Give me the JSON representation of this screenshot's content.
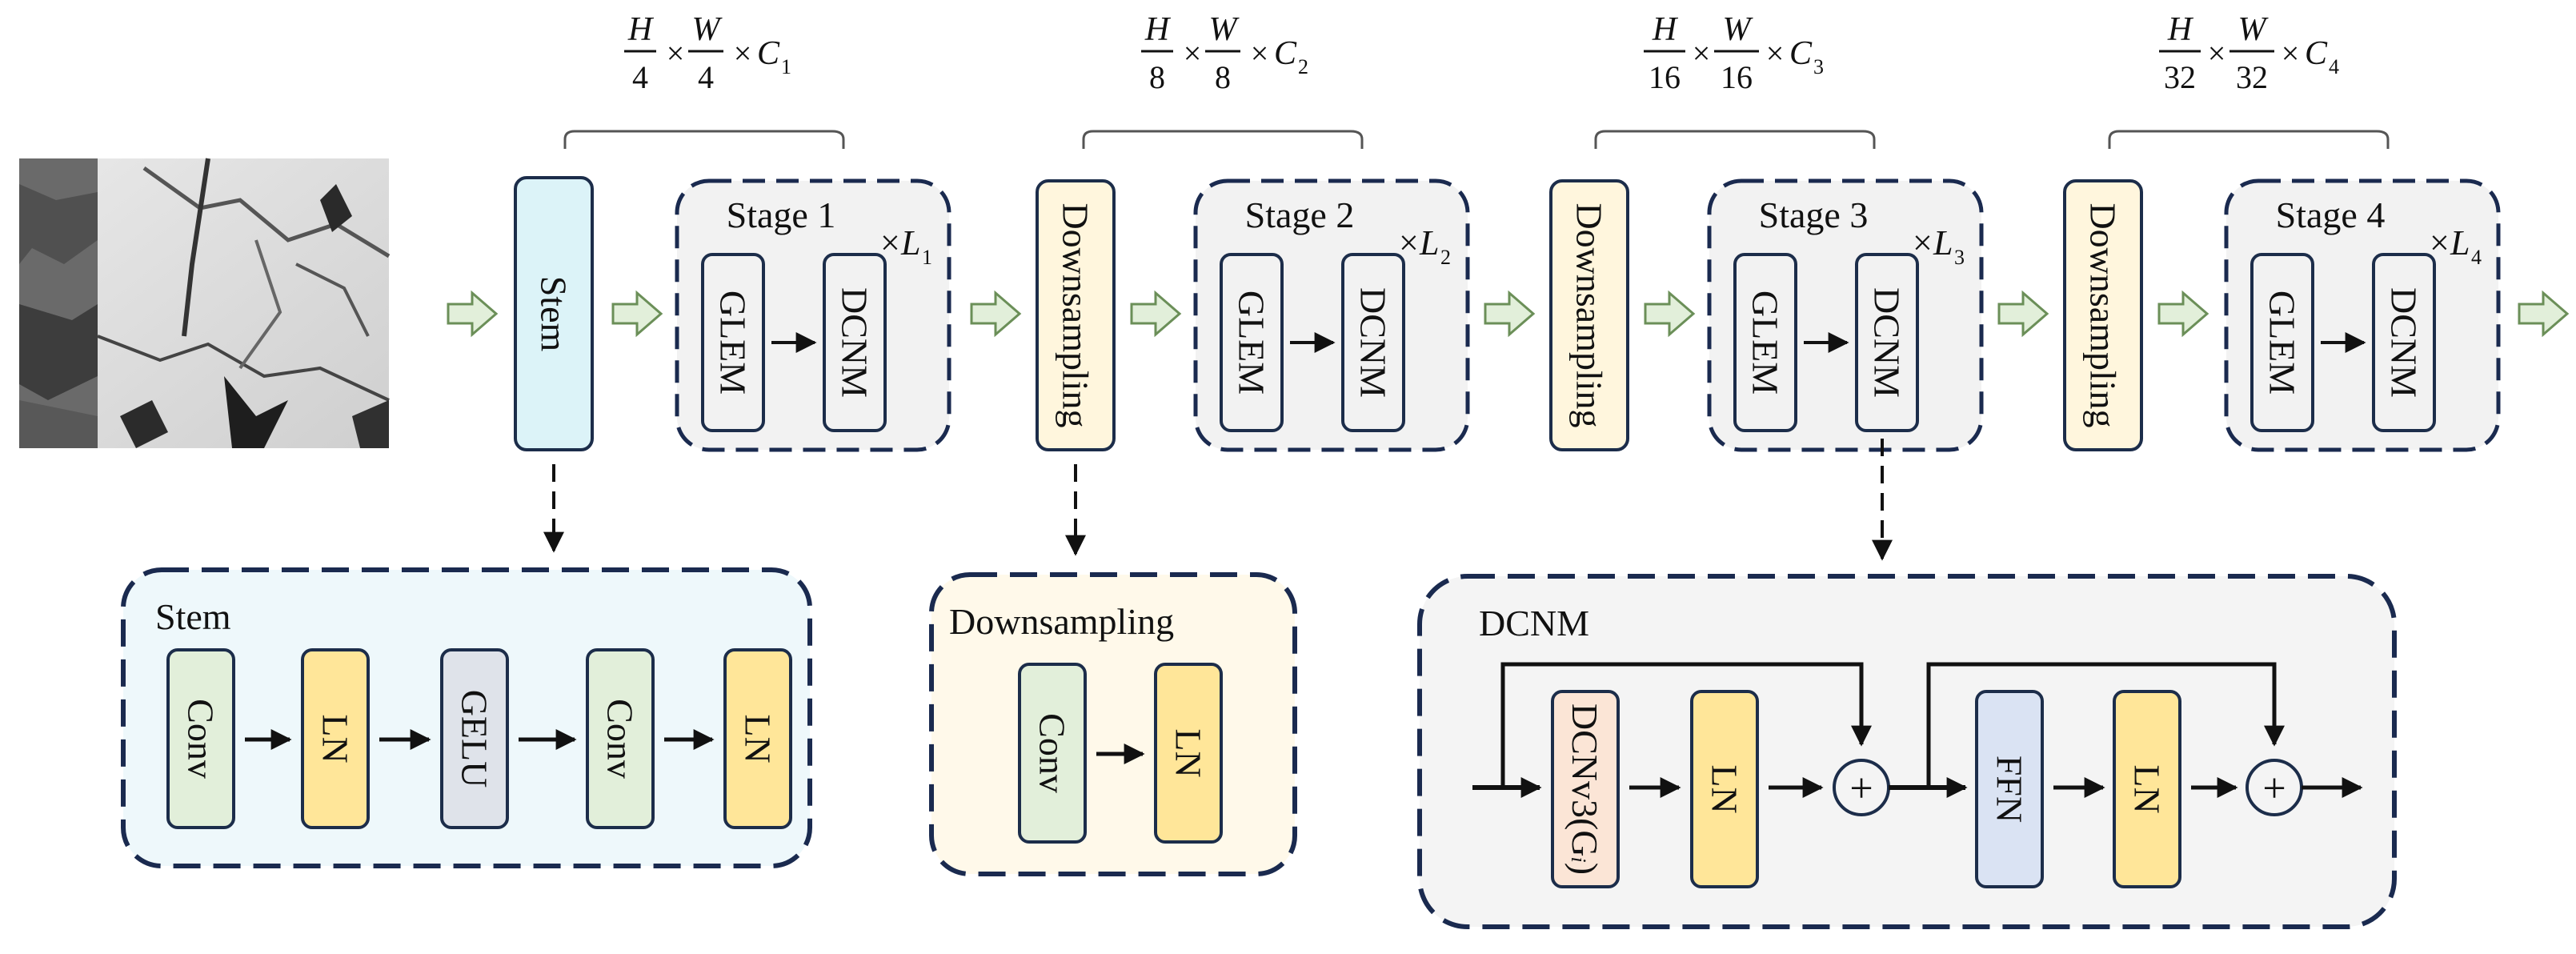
{
  "colors": {
    "border": "#1c2d4a",
    "dashed_border": "#1a2a4f",
    "stem_fill": "#dcf3f8",
    "downsampling_fill": "#fff6dd",
    "stage_fill": "#f2f2f2",
    "stem_detail_fill": "#eef8fb",
    "downsampling_detail_fill": "#fff9ea",
    "dcnm_detail_fill": "#f4f4f4",
    "conv_fill": "#e2efda",
    "ln_fill": "#ffe699",
    "gelu_fill": "#dfe3ea",
    "ffn_fill": "#dae3f3",
    "dcnv3_fill": "#fbe5d6",
    "arrow_fill": "#e2efda",
    "arrow_stroke": "#6b8f58"
  },
  "input_image": {
    "icon": "satellite-sea-ice-image"
  },
  "pipeline": {
    "stem_label": "Stem",
    "downsampling_label": "Downsampling",
    "glem_label": "GLEM",
    "dcnm_label": "DCNM",
    "repeat_symbol": "×",
    "stages": [
      {
        "title": "Stage 1",
        "repeat": {
          "var": "L",
          "sub": "1"
        },
        "dims": {
          "num_h": "H",
          "den_h": "4",
          "num_w": "W",
          "den_w": "4",
          "times": "×",
          "c": "C",
          "c_sub": "1"
        }
      },
      {
        "title": "Stage 2",
        "repeat": {
          "var": "L",
          "sub": "2"
        },
        "dims": {
          "num_h": "H",
          "den_h": "8",
          "num_w": "W",
          "den_w": "8",
          "times": "×",
          "c": "C",
          "c_sub": "2"
        }
      },
      {
        "title": "Stage 3",
        "repeat": {
          "var": "L",
          "sub": "3"
        },
        "dims": {
          "num_h": "H",
          "den_h": "16",
          "num_w": "W",
          "den_w": "16",
          "times": "×",
          "c": "C",
          "c_sub": "3"
        }
      },
      {
        "title": "Stage 4",
        "repeat": {
          "var": "L",
          "sub": "4"
        },
        "dims": {
          "num_h": "H",
          "den_h": "32",
          "num_w": "W",
          "den_w": "32",
          "times": "×",
          "c": "C",
          "c_sub": "4"
        }
      }
    ]
  },
  "stem_detail": {
    "title": "Stem",
    "blocks": [
      "Conv",
      "LN",
      "GELU",
      "Conv",
      "LN"
    ]
  },
  "downsampling_detail": {
    "title": "Downsampling",
    "blocks": [
      "Conv",
      "LN"
    ]
  },
  "dcnm_detail": {
    "title": "DCNM",
    "dcn_label": "DCNv3(G",
    "dcn_sub": "i",
    "dcn_close": ")",
    "ln_label": "LN",
    "ffn_label": "FFN",
    "ln2_label": "LN",
    "plus_symbol": "+"
  }
}
